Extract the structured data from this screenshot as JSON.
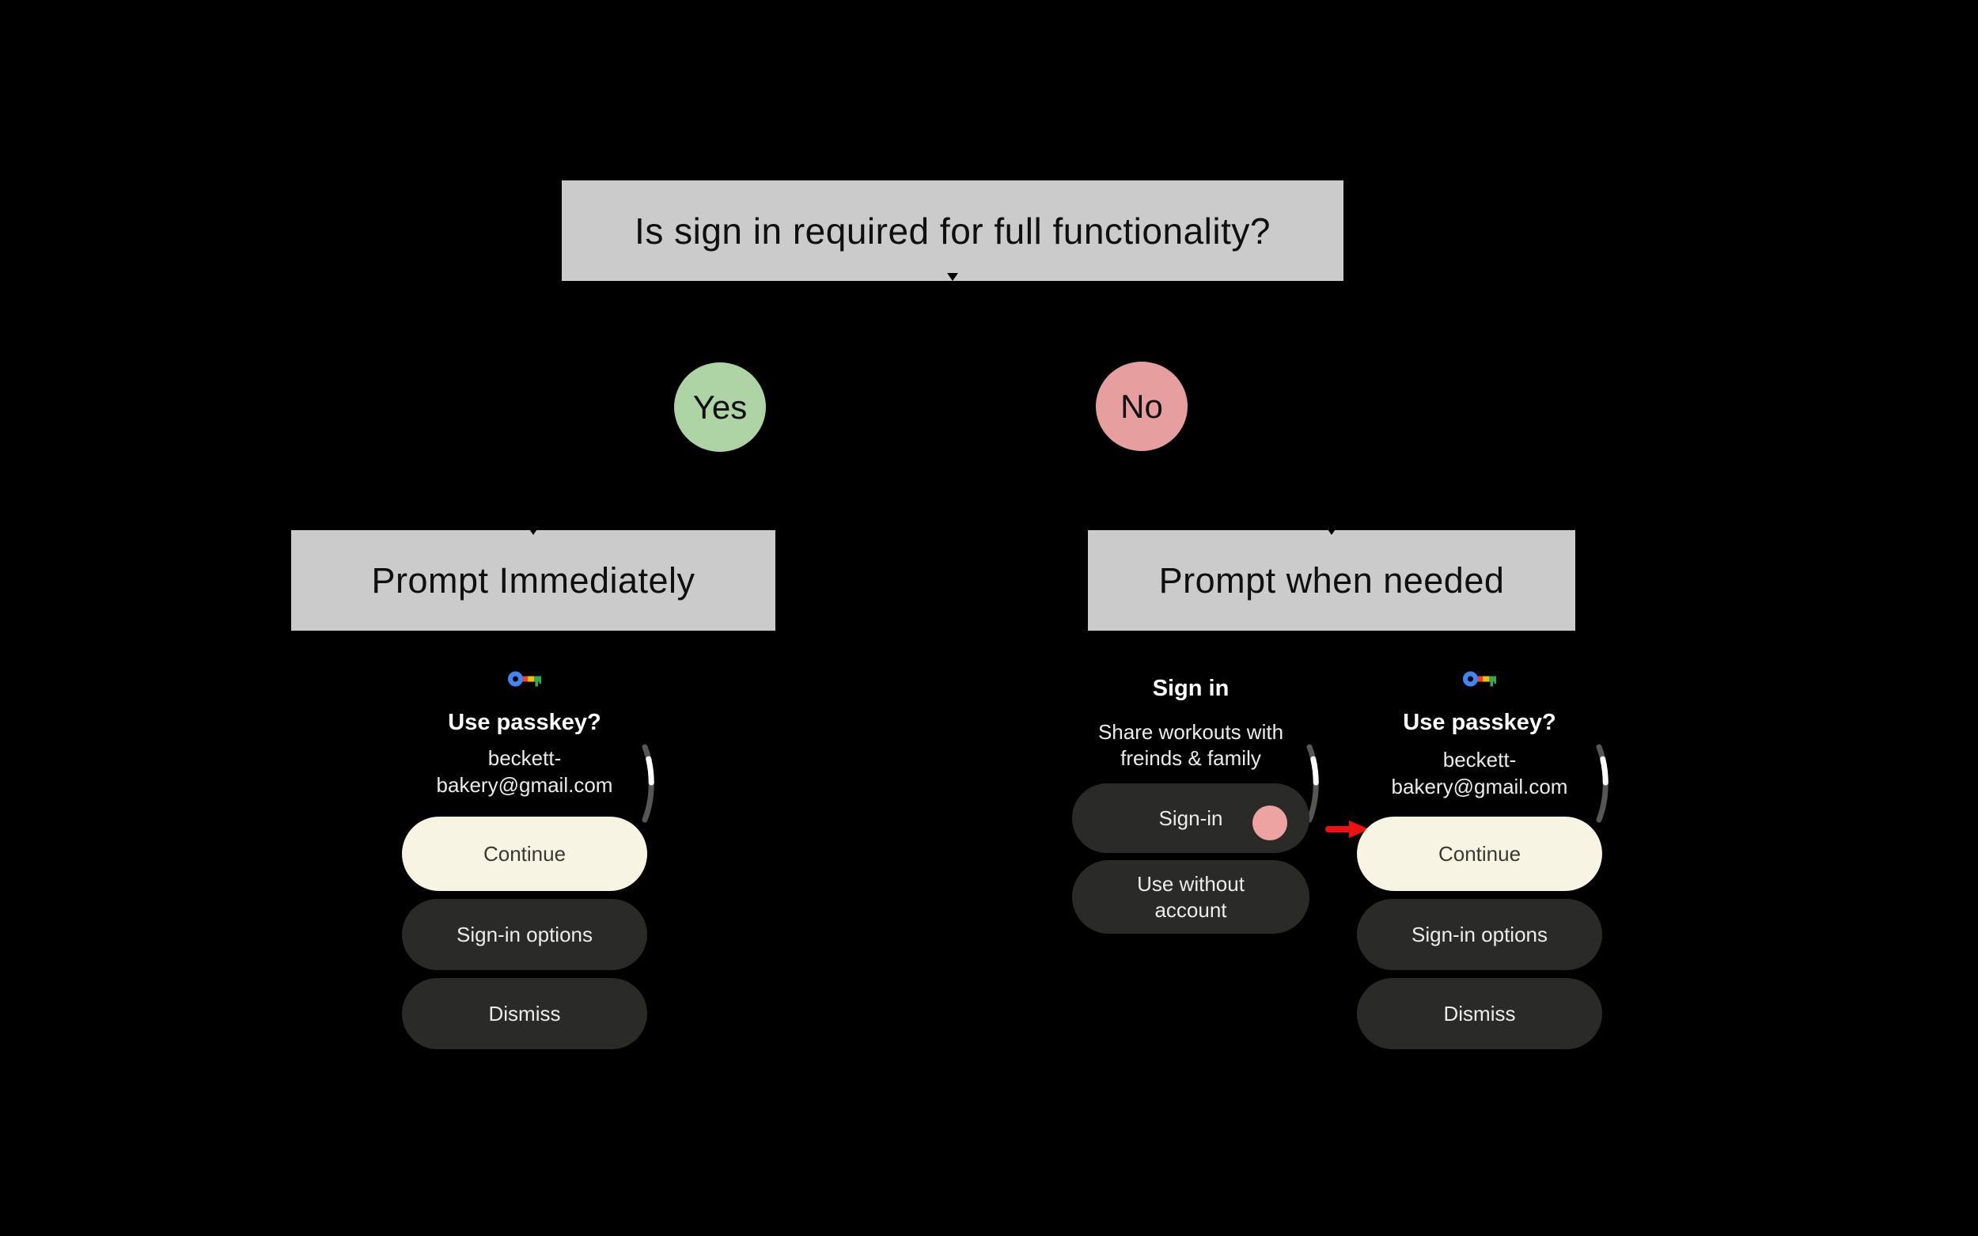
{
  "flowchart": {
    "question": "Is sign in required for full functionality?",
    "yes_label": "Yes",
    "no_label": "No",
    "left_outcome": "Prompt Immediately",
    "right_outcome": "Prompt when needed"
  },
  "screens": {
    "passkey": {
      "icon": "google-passkey-key-icon",
      "title": "Use passkey?",
      "account_lines": [
        "beckett-",
        "bakery@gmail.com"
      ],
      "continue_label": "Continue",
      "signin_options_label": "Sign-in options",
      "dismiss_label": "Dismiss"
    },
    "signin": {
      "title": "Sign in",
      "body_lines": [
        "Share workouts with",
        "freinds & family"
      ],
      "signin_label": "Sign-in",
      "use_without_lines": [
        "Use without",
        "account"
      ]
    }
  },
  "colors": {
    "canvas_bg": "#000000",
    "node_bg": "#cbcbcb",
    "yes_green": "#aed3a4",
    "no_pink": "#e79e9e",
    "pill_dark": "#2a2a28",
    "pill_cream": "#f8f4e4",
    "tap_pink": "#eea3a3",
    "arrow_red": "#ee1111",
    "key_blue": "#4285f4",
    "key_red": "#ea4335",
    "key_yellow": "#fbbc04",
    "key_green": "#34a853",
    "scroll_track_gray": "#565654",
    "scroll_thumb_white": "#ffffff"
  }
}
